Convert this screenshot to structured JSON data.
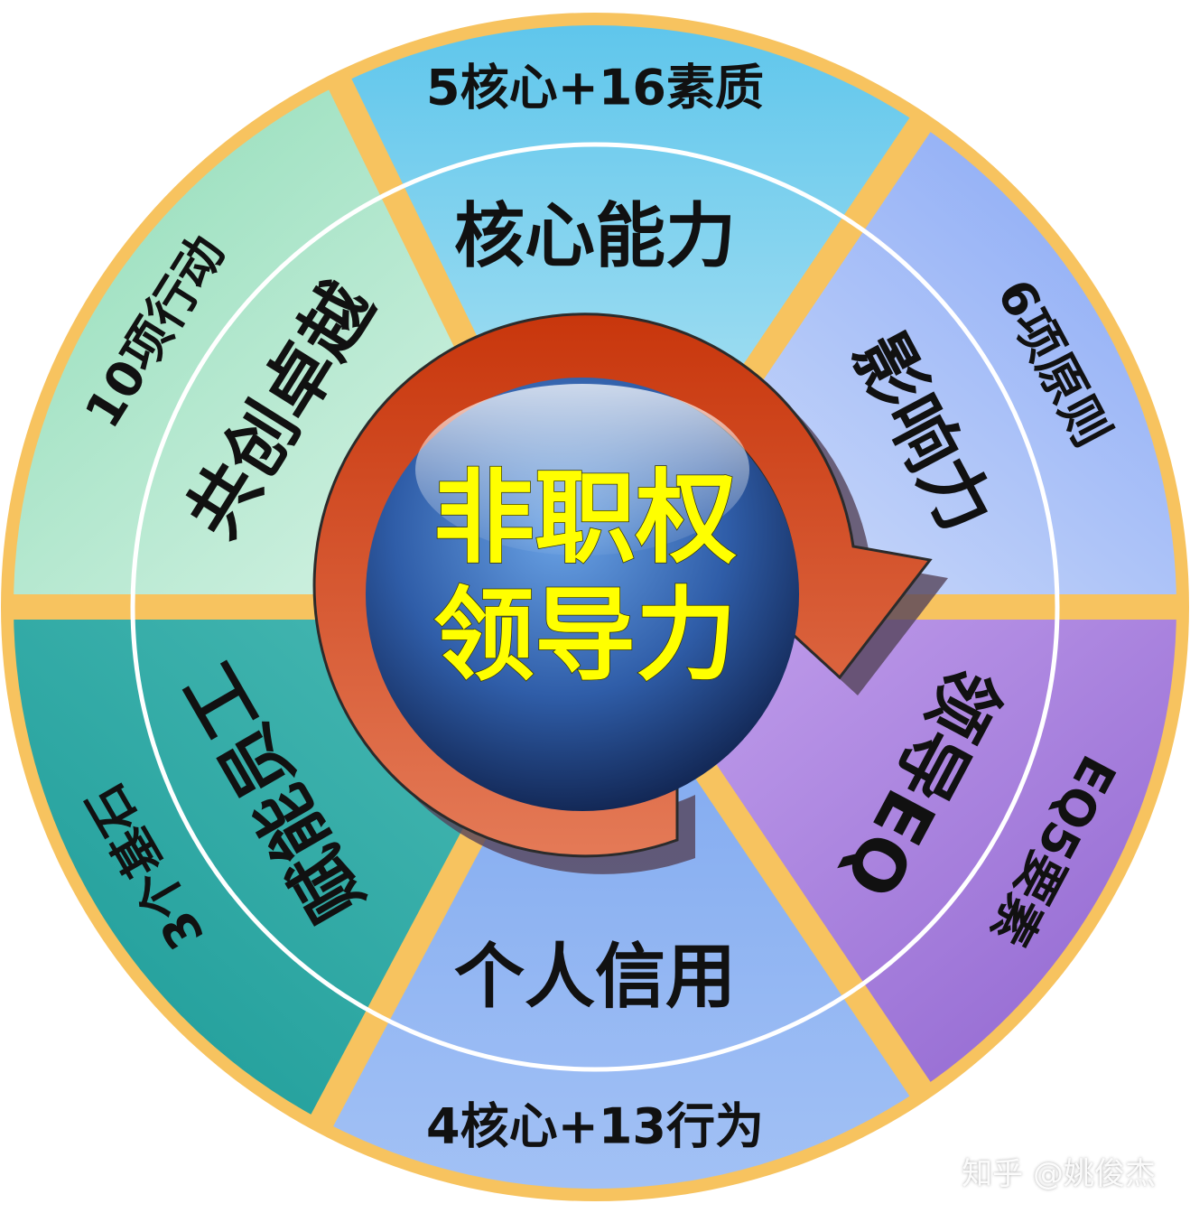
{
  "center": {
    "line1": "非职权",
    "line2": "领导力"
  },
  "segments": [
    {
      "id": "core",
      "inner": "核心能力",
      "outer": "5核心+16素质"
    },
    {
      "id": "influence",
      "inner": "影响力",
      "outer": "6项原则"
    },
    {
      "id": "eq",
      "inner": "领导EQ",
      "outer": "EQ5要素"
    },
    {
      "id": "credit",
      "inner": "个人信用",
      "outer": "4核心+13行为"
    },
    {
      "id": "empower",
      "inner": "赋能员工",
      "outer": "3个基石"
    },
    {
      "id": "excel",
      "inner": "共创卓越",
      "outer": "10项行动"
    }
  ],
  "watermark": "知乎 @姚俊杰",
  "colors": {
    "ring_border": "#f7c35f",
    "arrow": "#d95a30",
    "center_text": "#ffff00",
    "core": "#6fcdeb",
    "influence": "#9cb8f7",
    "eq": "#a77fdc",
    "credit": "#8fb5f3",
    "empower": "#2aa7a5",
    "excel": "#a3e2c2"
  }
}
